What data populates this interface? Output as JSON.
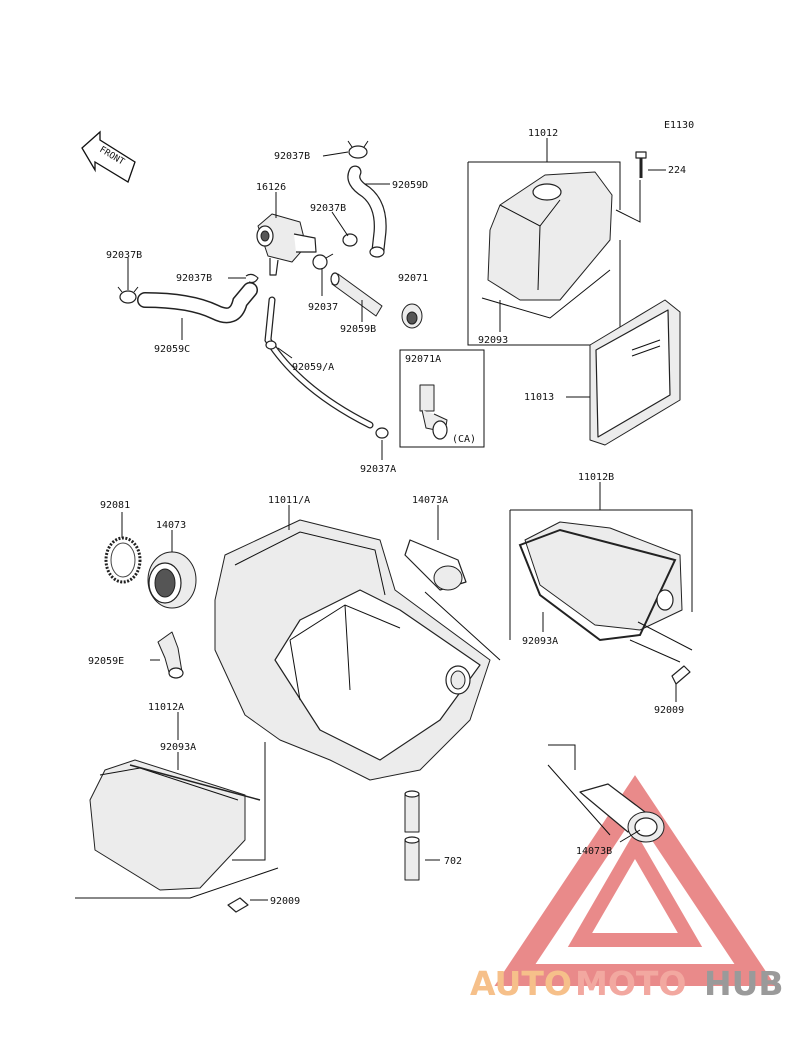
{
  "diagram": {
    "code": "E1130",
    "front_label": "FRONT",
    "cover_note": "(CA)",
    "parts": [
      {
        "id": "p01",
        "label": "92037B"
      },
      {
        "id": "p02",
        "label": "92059D"
      },
      {
        "id": "p03",
        "label": "16126"
      },
      {
        "id": "p04",
        "label": "92037B"
      },
      {
        "id": "p05",
        "label": "92037B"
      },
      {
        "id": "p06",
        "label": "92037B"
      },
      {
        "id": "p07",
        "label": "92071"
      },
      {
        "id": "p08",
        "label": "92037"
      },
      {
        "id": "p09",
        "label": "92059B"
      },
      {
        "id": "p10",
        "label": "92059C"
      },
      {
        "id": "p11",
        "label": "92059/A"
      },
      {
        "id": "p12",
        "label": "92071A"
      },
      {
        "id": "p13",
        "label": "92037A"
      },
      {
        "id": "p14",
        "label": "11012"
      },
      {
        "id": "p15",
        "label": "224"
      },
      {
        "id": "p16",
        "label": "92093"
      },
      {
        "id": "p17",
        "label": "11013"
      },
      {
        "id": "p18",
        "label": "92081"
      },
      {
        "id": "p19",
        "label": "14073"
      },
      {
        "id": "p20",
        "label": "11011/A"
      },
      {
        "id": "p21",
        "label": "14073A"
      },
      {
        "id": "p22",
        "label": "11012B"
      },
      {
        "id": "p23",
        "label": "92093A"
      },
      {
        "id": "p24",
        "label": "92059E"
      },
      {
        "id": "p25",
        "label": "92009"
      },
      {
        "id": "p26",
        "label": "11012A"
      },
      {
        "id": "p27",
        "label": "92093A"
      },
      {
        "id": "p28",
        "label": "702"
      },
      {
        "id": "p29",
        "label": "14073B"
      },
      {
        "id": "p30",
        "label": "92009"
      }
    ]
  },
  "watermark": {
    "part1": "AUTO",
    "part2": "MOTO",
    "part3": "HUB",
    "color1": "#f6c08a",
    "color2": "#f2a8a0",
    "color3": "#9a9a9a",
    "triangle_color": "#e05a5a"
  }
}
